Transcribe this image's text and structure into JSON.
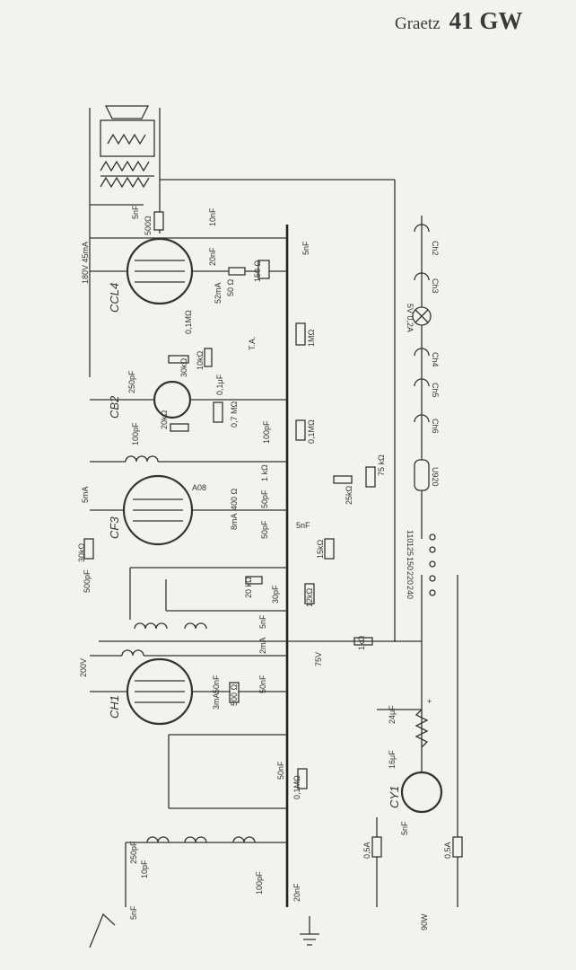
{
  "header": {
    "brand": "Graetz",
    "model": "41 GW"
  },
  "tubes": {
    "ccl4": "CCL4",
    "cb2": "CB2",
    "cf3": "CF3",
    "ch1": "CH1",
    "cy1": "CY1",
    "u920": "U920"
  },
  "labels": {
    "r500ohm": "500Ω",
    "c5nf_top": "5nF",
    "c10nf": "10nF",
    "c20nf": "20nF",
    "i180v": "180V 45mA",
    "r52ma": "52mA",
    "r50ohm": "50 Ω",
    "r150ohm": "150 Ω",
    "c5nf_right": "5nF",
    "r01mohm_a": "0,1MΩ",
    "r1mohm": "1MΩ",
    "ta": "T.A.",
    "r30kohm": "30kΩ",
    "r10kohm": "10kΩ",
    "c250pf": "250pF",
    "c01uf": "0,1μF",
    "r07mohm": "0,7 MΩ",
    "c100pf_a": "100pF",
    "c100pf_b": "100pF",
    "r20kohm": "20kΩ",
    "r01mohm_b": "0,1MΩ",
    "i5ma": "5mA",
    "a08": "A08",
    "r1kohm": "1 kΩ",
    "c50pf_a": "50pF",
    "r400ohm": "400 Ω",
    "i8ma": "8mA",
    "c50pf_b": "50pF",
    "c5nf_mid": "5nF",
    "r25kohm": "25kΩ",
    "r75kohm": "75 kΩ",
    "r30kohm_b": "30kΩ",
    "c500pf": "500pF",
    "r15kohm": "15kΩ",
    "r20kohm_b": "20 kΩ",
    "c30pf": "30pF",
    "r12kohm": "12kΩ",
    "c5nf_low": "5nF",
    "i2ma": "2mA",
    "v75": "75V",
    "r1kohm_b": "1kΩ",
    "v200": "200V",
    "c50nf_a": "50nF",
    "r500ohm_b": "500 Ω",
    "c50nf_b": "50nF",
    "i3ma": "3mA",
    "c50nf_c": "50nF",
    "r01mohm_c": "0,1MΩ",
    "c24uf": "24μF",
    "c16uf": "16μF",
    "c5nf_cy": "5nF",
    "f05a_l": "0,5A",
    "f05a_r": "0,5A",
    "w90": "90W",
    "c250pf_b": "250pF",
    "c10pf": "10pF",
    "c100pf_c": "100pF",
    "c5nf_ant": "5nF",
    "c20nf_b": "20nF",
    "ch2": "Ch2",
    "ch3": "Ch3",
    "lamp": "5V 0,2A",
    "ch4": "Ch4",
    "ch5": "Ch5",
    "ch6": "Ch6"
  },
  "voltage_taps": [
    "110",
    "125",
    "150",
    "220",
    "240"
  ],
  "plus": "+"
}
